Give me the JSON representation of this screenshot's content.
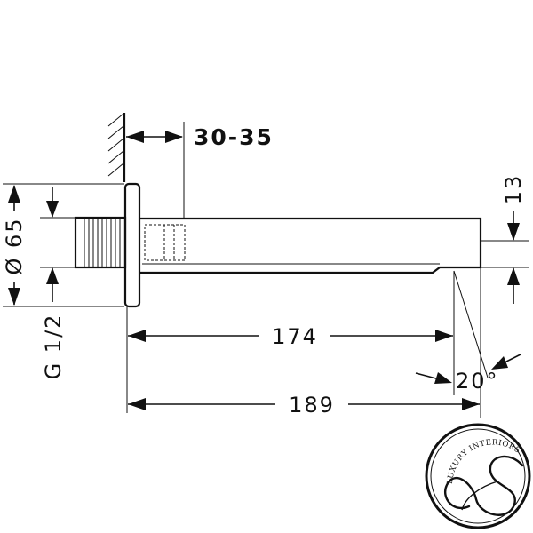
{
  "dimensions": {
    "wall_depth": "30-35",
    "flange_diameter": "Ø 65",
    "thread": "G 1/2",
    "outlet_height": "13",
    "spout_length": "174",
    "overall_length": "189",
    "outlet_angle": "20°"
  },
  "logo": {
    "brand_text": "LUXURY INTERIORS"
  }
}
